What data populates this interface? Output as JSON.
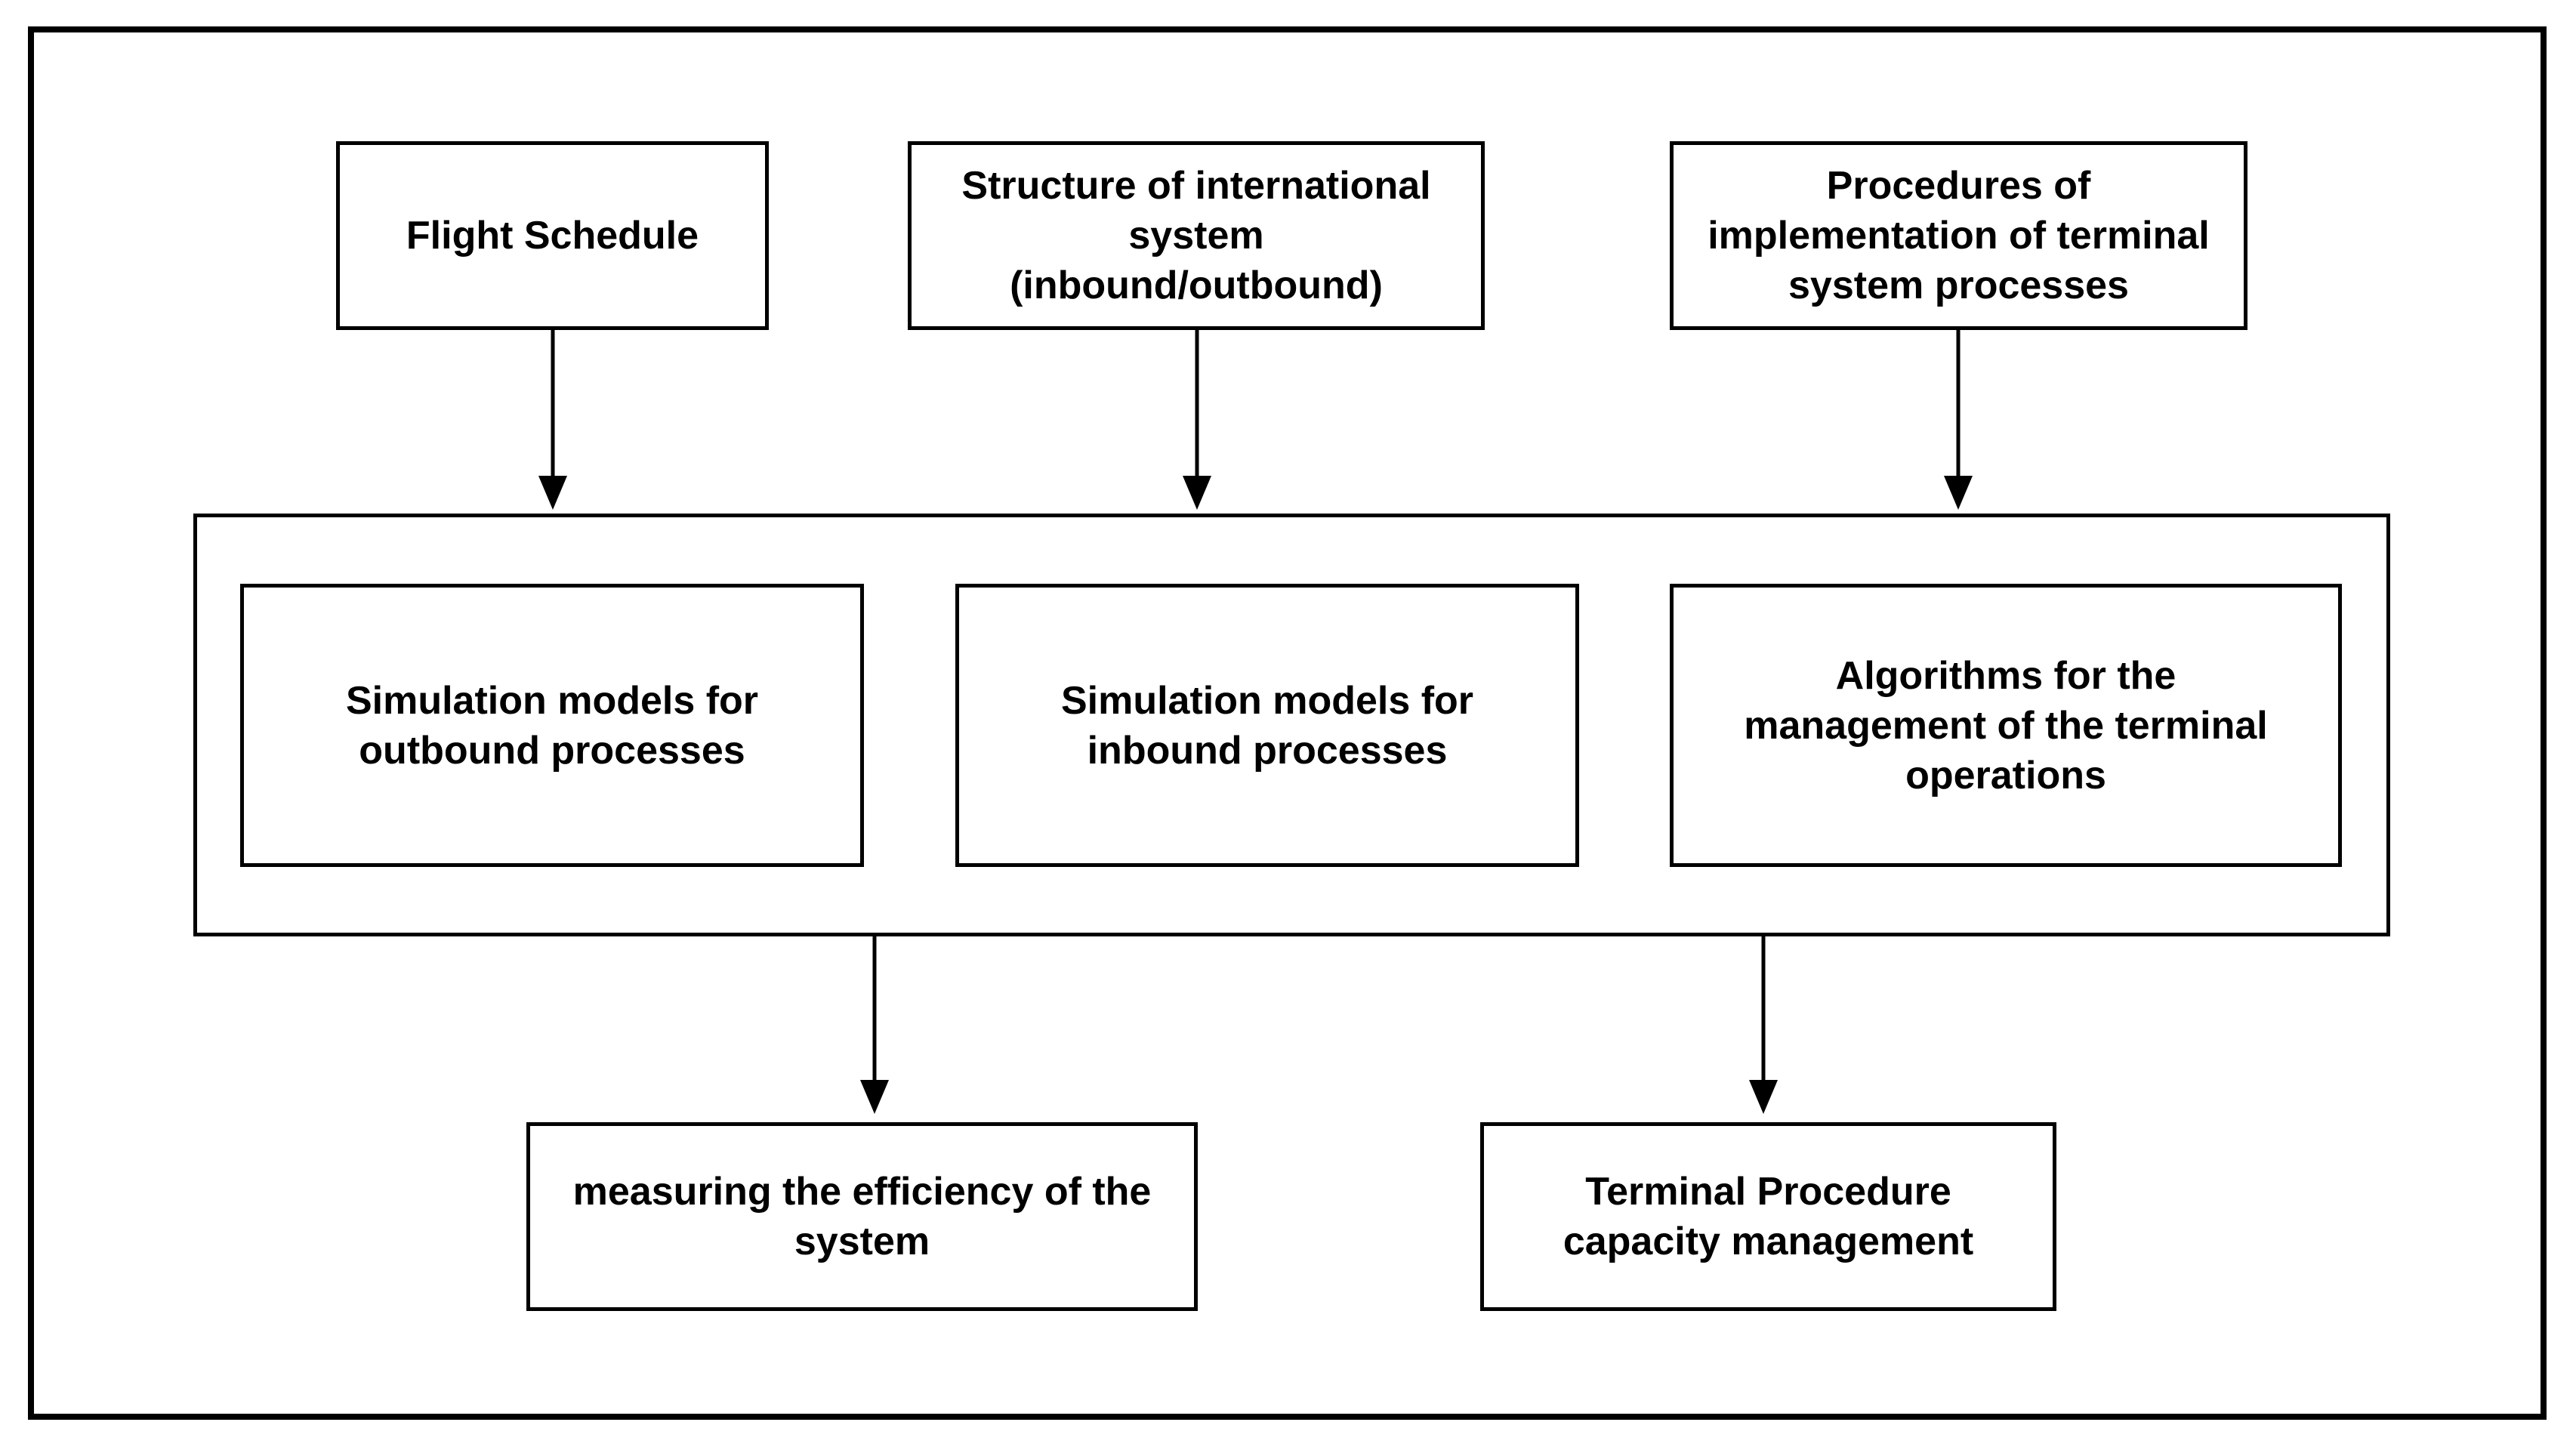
{
  "inputs": {
    "flight_schedule": "Flight Schedule",
    "international_structure": "Structure of international\nsystem\n(inbound/outbound)",
    "terminal_procedures": "Procedures of\nimplementation of terminal\nsystem processes"
  },
  "models": {
    "outbound_models": "Simulation models for\noutbound processes",
    "inbound_models": "Simulation models for\ninbound  processes",
    "algorithms": "Algorithms for the\nmanagement of the terminal\noperations"
  },
  "outputs": {
    "efficiency": "measuring the efficiency of the\nsystem",
    "capacity": "Terminal Procedure\ncapacity management"
  },
  "colors": {
    "stroke": "#000000",
    "background": "#ffffff"
  }
}
